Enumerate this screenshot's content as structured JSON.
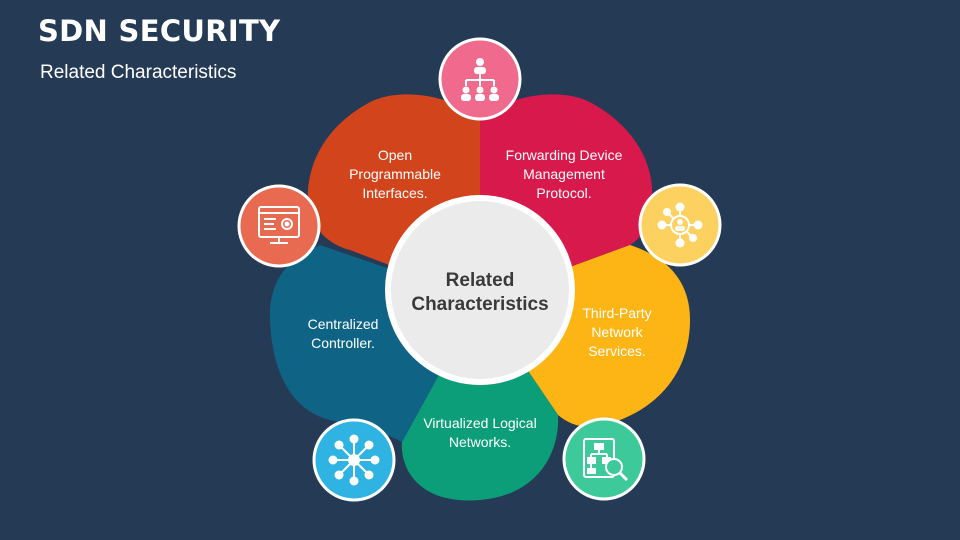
{
  "header": {
    "title": "SDN SECURITY",
    "subtitle": "Related Characteristics"
  },
  "center": {
    "line1": "Related",
    "line2": "Characteristics"
  },
  "segments": [
    {
      "lines": [
        "Open",
        "Programmable",
        "Interfaces."
      ],
      "color": "#d2441c",
      "icon": "monitor-gear-icon",
      "icon_color": "#e86a50"
    },
    {
      "lines": [
        "Forwarding Device",
        "Management",
        "Protocol."
      ],
      "color": "#d8194b",
      "icon": "org-chart-icon",
      "icon_color": "#ef6a8c"
    },
    {
      "lines": [
        "Third-Party",
        "Network",
        "Services."
      ],
      "color": "#fdb515",
      "icon": "network-person-icon",
      "icon_color": "#fdd160"
    },
    {
      "lines": [
        "Virtualized Logical",
        "Networks."
      ],
      "color": "#0c9e78",
      "icon": "sitemap-search-icon",
      "icon_color": "#3ec99b"
    },
    {
      "lines": [
        "Centralized",
        "Controller."
      ],
      "color": "#0f6486",
      "icon": "hub-icon",
      "icon_color": "#2fb3e3"
    }
  ]
}
